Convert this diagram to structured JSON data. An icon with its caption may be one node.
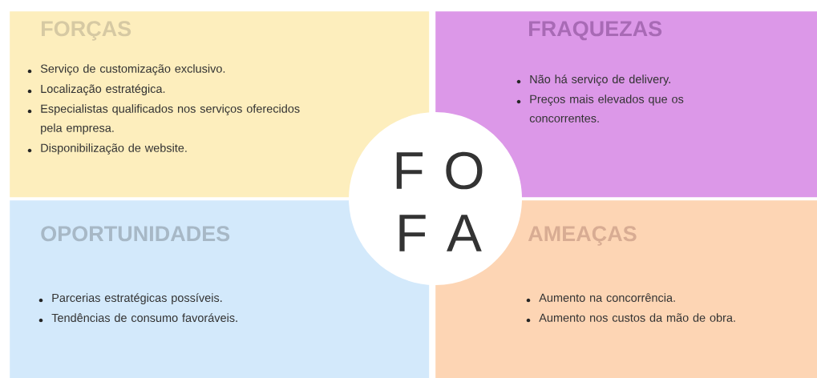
{
  "diagram": {
    "nodes": [
      {
        "text": [
          "FORÇAS",
          "Serviço de customização exclusivo.",
          "Localização estratégica.",
          "Especialistas qualificados nos serviços oferecidos pela empresa.",
          "Disponibilização de website."
        ]
      },
      {
        "text": [
          "FRAQUEZAS",
          "Não há serviço de delivery.",
          "Preços mais elevados que os concorrentes."
        ]
      },
      {
        "text": [
          "OPORTUNIDADES",
          "Parcerias estratégicas possíveis.",
          "Tendências de consumo favoráveis."
        ]
      },
      {
        "text": [
          "AMEAÇAS",
          "Aumento na concorrência.",
          "Aumento nos custos da mão de obra."
        ]
      },
      {
        "text": [
          "F O",
          "F A"
        ]
      }
    ]
  }
}
